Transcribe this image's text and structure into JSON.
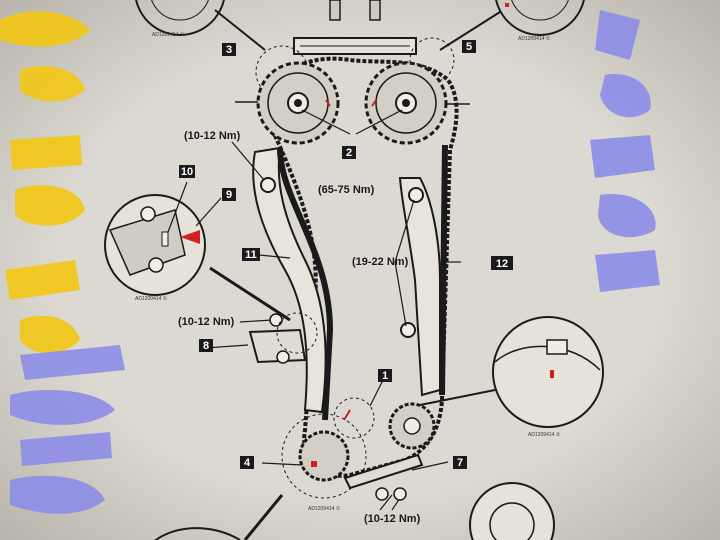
{
  "diagram": {
    "part_numbers": [
      "1",
      "2",
      "3",
      "4",
      "5",
      "7",
      "8",
      "9",
      "10",
      "11",
      "12"
    ],
    "torque_labels": {
      "upper_left": "(10-12 Nm)",
      "camshaft_bolts": "(65-75 Nm)",
      "guide_bolts": "(19-22 Nm)",
      "tensioner_bolts": "(10-12 Nm)",
      "lower_tensioner": "(10-12 Nm)"
    },
    "reference_codes": [
      "AD1209414 ①",
      "AD1209414 ①",
      "AD1209414 ①",
      "AD1209414 ①",
      "AD1209414 ①"
    ]
  },
  "colors": {
    "watermark_yellow": "#f2c818",
    "watermark_blue": "#8d8de8",
    "paper": "#d9d6cf",
    "line": "#1a1a1a",
    "marker_red": "#d22020"
  }
}
